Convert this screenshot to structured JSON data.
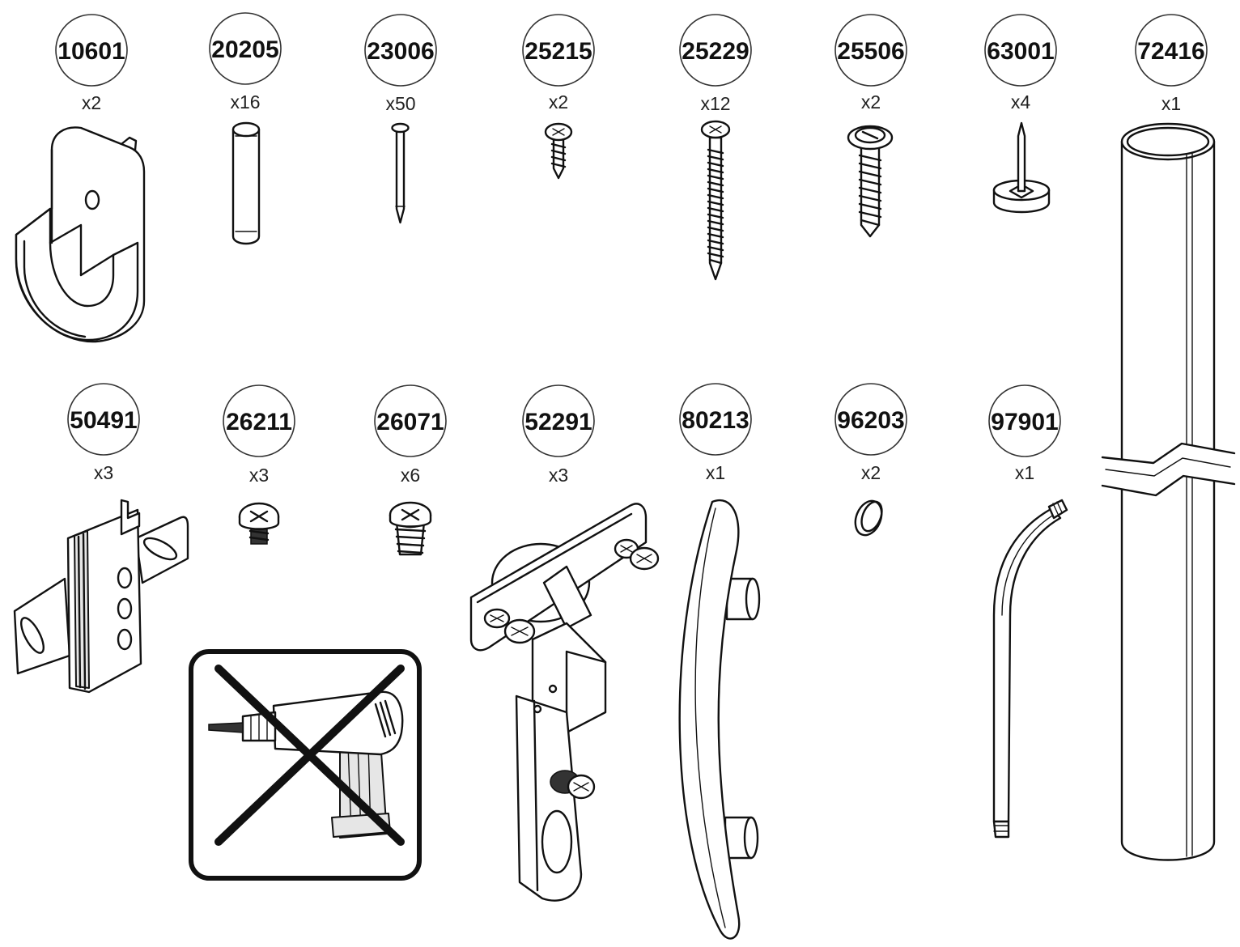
{
  "parts": [
    {
      "id": "10601",
      "qty": "x2",
      "icon": "rail-bracket-icon"
    },
    {
      "id": "20205",
      "qty": "x16",
      "icon": "wood-dowel-icon"
    },
    {
      "id": "23006",
      "qty": "x50",
      "icon": "nail-icon"
    },
    {
      "id": "25215",
      "qty": "x2",
      "icon": "short-screw-icon"
    },
    {
      "id": "25229",
      "qty": "x12",
      "icon": "long-screw-icon"
    },
    {
      "id": "25506",
      "qty": "x2",
      "icon": "washer-screw-icon"
    },
    {
      "id": "63001",
      "qty": "x4",
      "icon": "glide-tack-icon"
    },
    {
      "id": "72416",
      "qty": "x1",
      "icon": "oval-rail-tube-icon"
    },
    {
      "id": "50491",
      "qty": "x3",
      "icon": "hinge-mounting-plate-icon"
    },
    {
      "id": "26211",
      "qty": "x3",
      "icon": "euro-screw-icon"
    },
    {
      "id": "26071",
      "qty": "x6",
      "icon": "threaded-insert-screw-icon"
    },
    {
      "id": "52291",
      "qty": "x3",
      "icon": "cabinet-hinge-icon"
    },
    {
      "id": "80213",
      "qty": "x1",
      "icon": "bow-handle-icon"
    },
    {
      "id": "96203",
      "qty": "x2",
      "icon": "cover-cap-icon"
    },
    {
      "id": "97901",
      "qty": "x1",
      "icon": "allen-key-icon"
    }
  ],
  "warning": {
    "icon": "no-power-drill-icon"
  }
}
